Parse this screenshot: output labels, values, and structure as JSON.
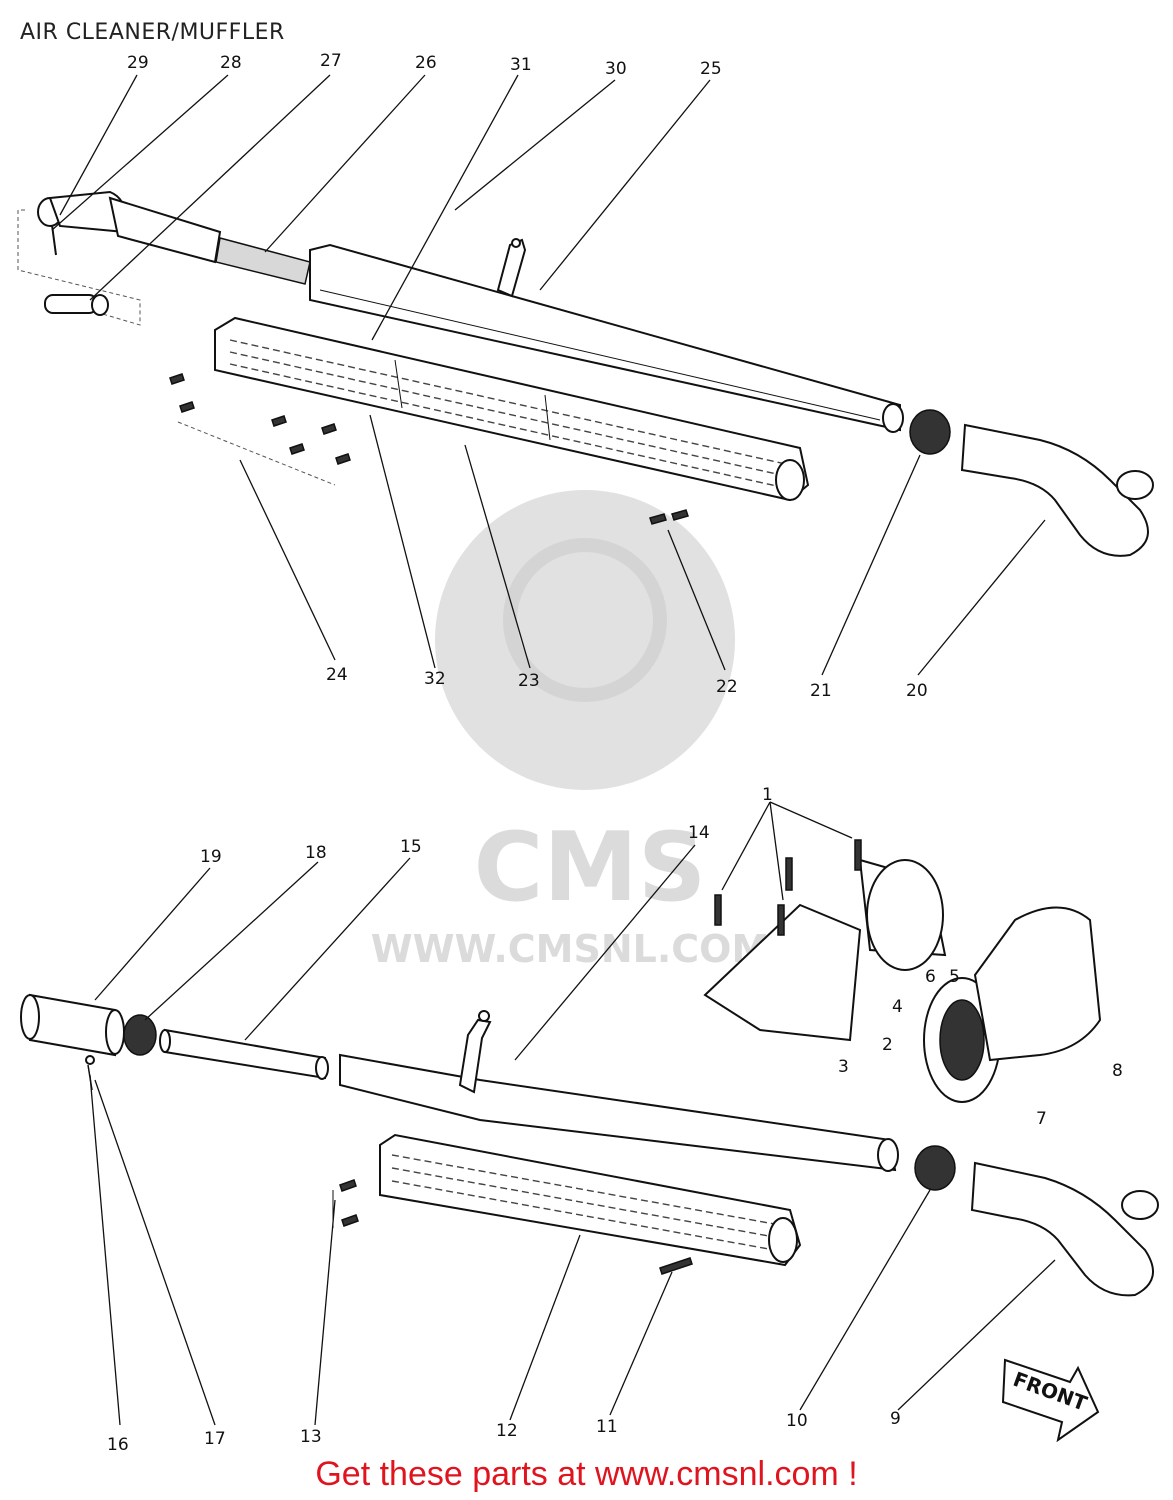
{
  "header": {
    "title": "AIR CLEANER/MUFFLER"
  },
  "callouts": {
    "c1": "1",
    "c2": "2",
    "c3": "3",
    "c4": "4",
    "c5": "5",
    "c6": "6",
    "c7": "7",
    "c8": "8",
    "c9": "9",
    "c10": "10",
    "c11": "11",
    "c12": "12",
    "c13": "13",
    "c14": "14",
    "c15": "15",
    "c16": "16",
    "c17": "17",
    "c18": "18",
    "c19": "19",
    "c20": "20",
    "c21": "21",
    "c22": "22",
    "c23": "23",
    "c24": "24",
    "c25": "25",
    "c26": "26",
    "c27": "27",
    "c28": "28",
    "c29": "29",
    "c30": "30",
    "c31": "31",
    "c32": "32"
  },
  "direction_arrow": {
    "label": "FRONT"
  },
  "watermark": {
    "brand": "CMS",
    "url": "WWW.CMSNL.COM"
  },
  "footer": {
    "cta": "Get these parts at www.cmsnl.com !",
    "color": "#e0141e"
  }
}
